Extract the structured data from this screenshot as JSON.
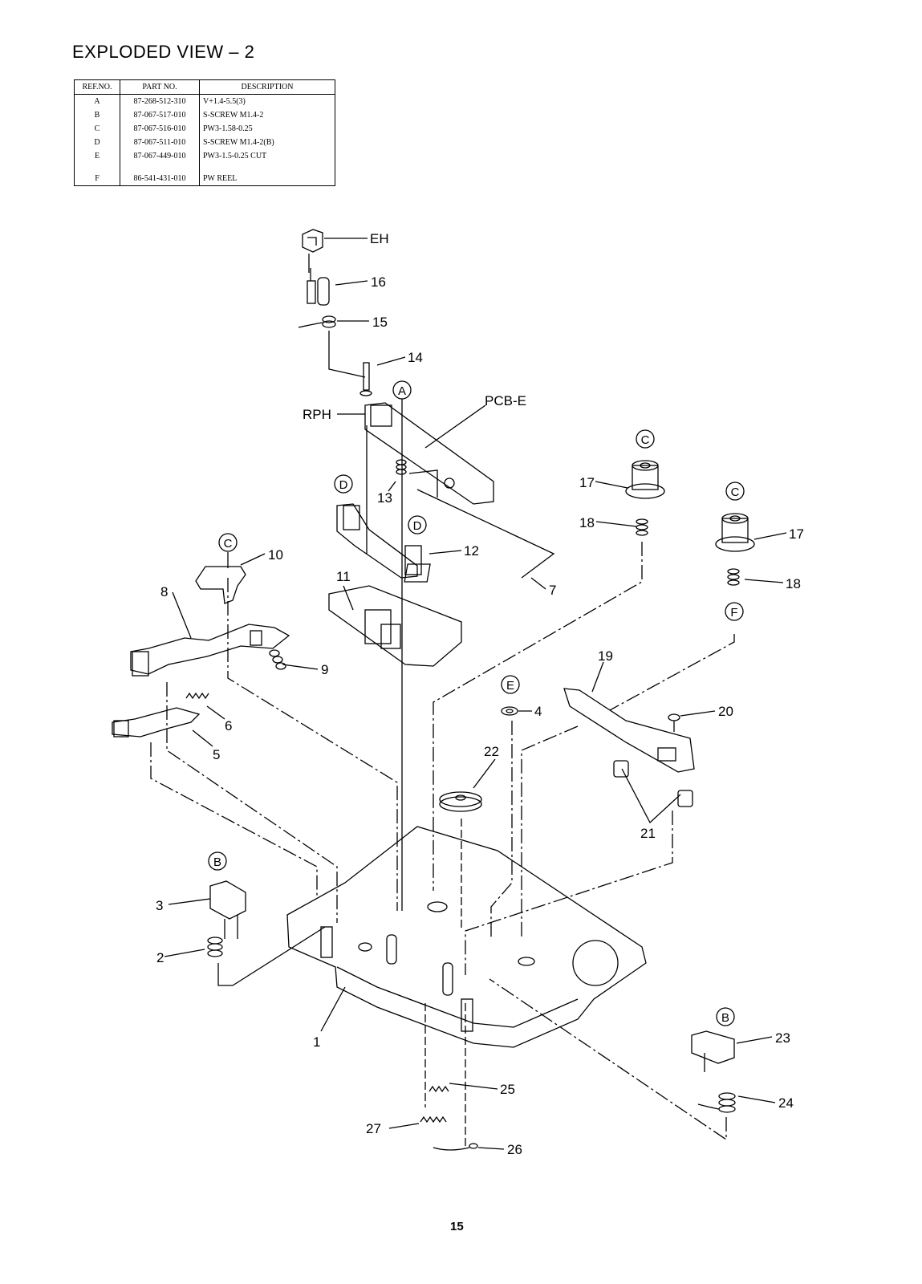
{
  "title": "EXPLODED  VIEW – 2",
  "parts_table": {
    "headers": [
      "REF.NO.",
      "PART NO.",
      "DESCRIPTION"
    ],
    "rows": [
      {
        "ref": "A",
        "part": "87-268-512-310",
        "desc": "V+1.4-5.5(3)"
      },
      {
        "ref": "B",
        "part": "87-067-517-010",
        "desc": "S-SCREW M1.4-2"
      },
      {
        "ref": "C",
        "part": "87-067-516-010",
        "desc": "PW3-1.58-0.25"
      },
      {
        "ref": "D",
        "part": "87-067-511-010",
        "desc": "S-SCREW M1.4-2(B)"
      },
      {
        "ref": "E",
        "part": "87-067-449-010",
        "desc": "PW3-1.5-0.25 CUT"
      },
      {
        "ref": "F",
        "part": "86-541-431-010",
        "desc": "PW REEL"
      }
    ]
  },
  "callouts": {
    "eh": "EH",
    "p16": "16",
    "p15": "15",
    "p14": "14",
    "rph": "RPH",
    "pcbe": "PCB-E",
    "p13": "13",
    "p12": "12",
    "p11": "11",
    "p10": "10",
    "p9": "9",
    "p8": "8",
    "p7": "7",
    "p6": "6",
    "p5": "5",
    "p4": "4",
    "p3": "3",
    "p2": "2",
    "p1": "1",
    "p17a": "17",
    "p17b": "17",
    "p18a": "18",
    "p18b": "18",
    "p19": "19",
    "p20": "20",
    "p21": "21",
    "p22": "22",
    "p23": "23",
    "p24": "24",
    "p25": "25",
    "p26": "26",
    "p27": "27"
  },
  "circle_refs": {
    "a": "A",
    "c1": "C",
    "c2": "C",
    "c3": "C",
    "d1": "D",
    "d2": "D",
    "e": "E",
    "f": "F",
    "b1": "B",
    "b2": "B"
  },
  "page_number": "15"
}
